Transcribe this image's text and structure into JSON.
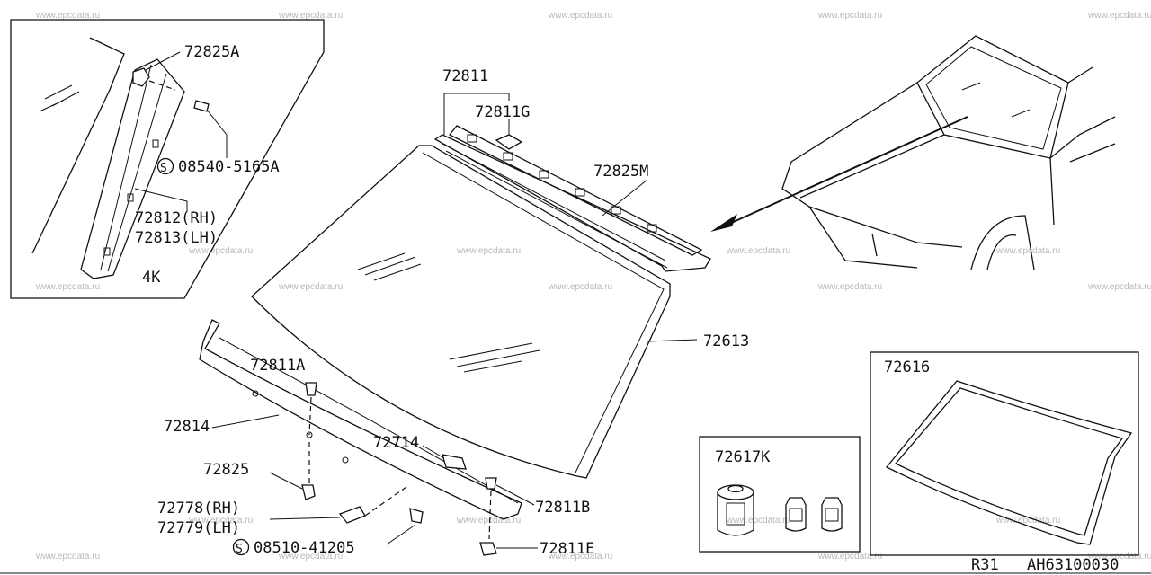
{
  "watermark": "www.epcdata.ru",
  "parts": {
    "p72825A": "72825A",
    "p0854": "08540-5165A",
    "p72812": "72812(RH)",
    "p72813": "72813(LH)",
    "inset_4k": "4K",
    "p72811": "72811",
    "p72811G": "72811G",
    "p72825M": "72825M",
    "p72613": "72613",
    "p72811A": "72811A",
    "p72814": "72814",
    "p72714": "72714",
    "p72825": "72825",
    "p72778": "72778(RH)",
    "p72779": "72779(LH)",
    "p0851": "08510-41205",
    "p72811B": "72811B",
    "p72811E": "72811E",
    "p72617K": "72617K",
    "p72616": "72616"
  },
  "screw_symbol": "S",
  "footer": {
    "code_left": "R31",
    "code_right": "AH63100030"
  }
}
